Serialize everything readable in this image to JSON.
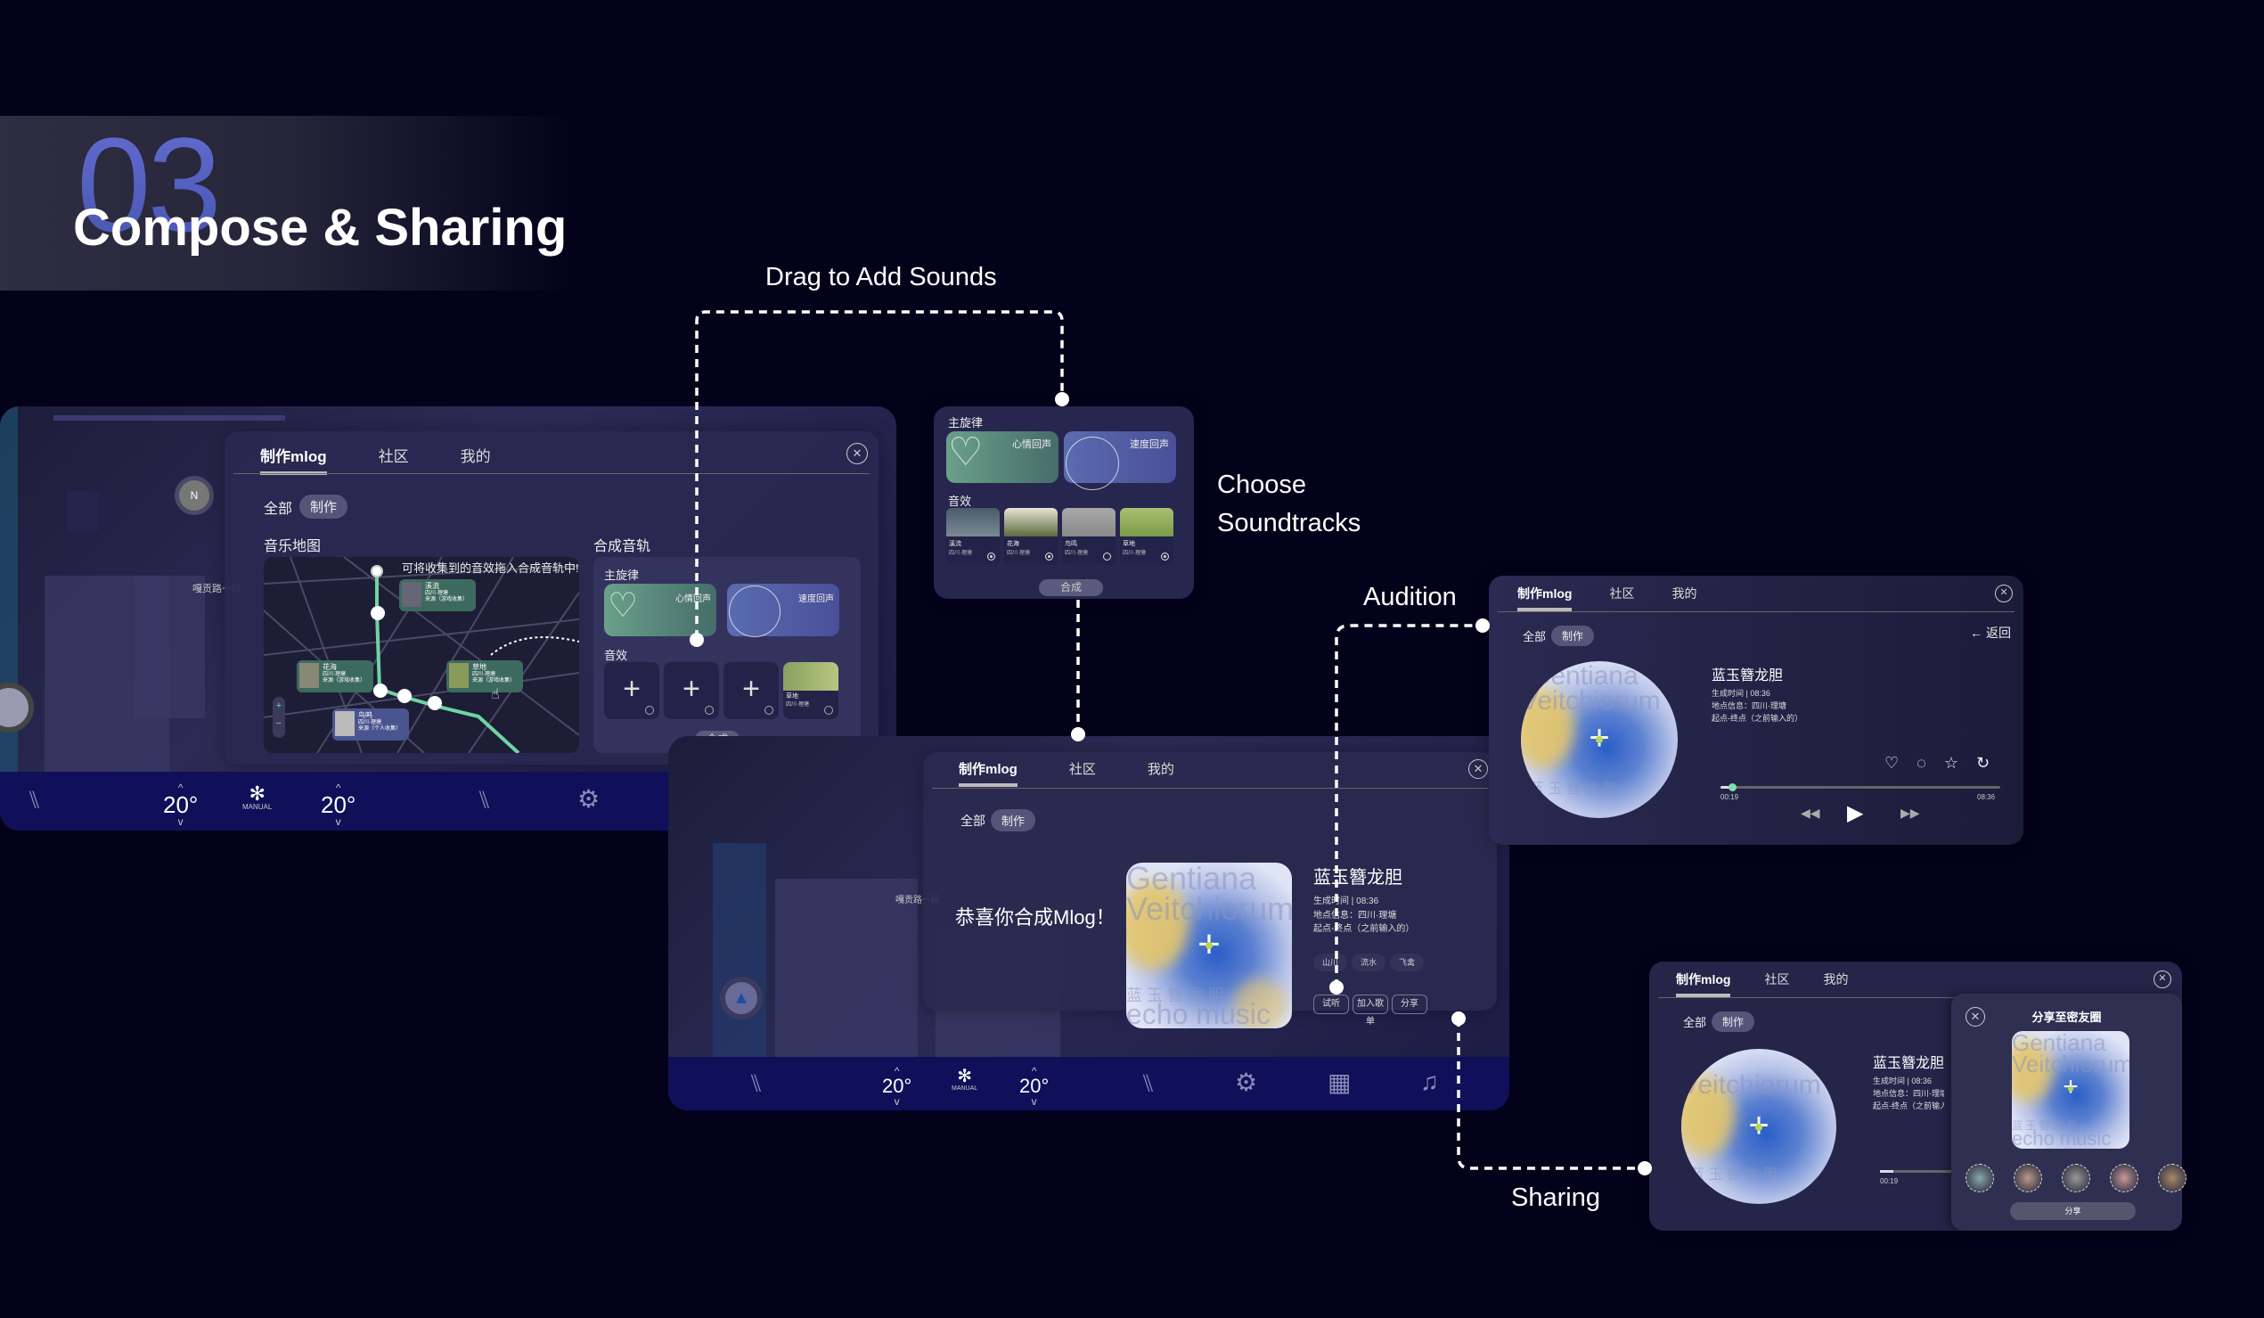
{
  "header": {
    "section_number": "03",
    "title": "Compose & Sharing"
  },
  "annotations": {
    "drag": "Drag to Add Sounds",
    "choose_line1": "Choose",
    "choose_line2": "Soundtracks",
    "audition": "Audition",
    "sharing": "Sharing"
  },
  "app": {
    "tabs": [
      "制作mlog",
      "社区",
      "我的"
    ],
    "filter_all": "全部",
    "filter_make": "制作",
    "close_icon": "close-icon"
  },
  "map_labels": {
    "road1": "嘎贡路二段",
    "road2": "嘎贡路一段",
    "compass": "N"
  },
  "screen1": {
    "music_map_title": "音乐地图",
    "compose_track_title": "合成音轨",
    "hint": "可将收集到的音效拖入合成音轨中!",
    "map_cards": [
      {
        "name": "溪流",
        "loc": "四川·理塘",
        "src": "来源（游戏收集）"
      },
      {
        "name": "花海",
        "loc": "四川·理塘",
        "src": "来源（游戏收集）"
      },
      {
        "name": "草地",
        "loc": "四川·理塘",
        "src": "来源（游戏收集）"
      },
      {
        "name": "鸟鸣",
        "loc": "四川·理塘",
        "src": "来源（个人收集）"
      }
    ],
    "zoom_in": "+",
    "zoom_out": "−",
    "melody_title": "主旋律",
    "melody_options": [
      "心情回声",
      "速度回声"
    ],
    "sfx_title": "音效",
    "sfx_slots": [
      "+",
      "+",
      "+"
    ],
    "sfx_filled": {
      "name": "草地",
      "loc": "四川·理塘"
    },
    "compose_button": "合成"
  },
  "dock": {
    "temp_left": "20°",
    "temp_right": "20°",
    "fan_mode": "MANUAL",
    "icons": [
      "seat-left-icon",
      "fan-icon",
      "seat-right-icon",
      "gear-icon",
      "apps-grid-icon",
      "music-note-icon"
    ]
  },
  "choose_panel": {
    "melody_title": "主旋律",
    "melody_options": [
      "心情回声",
      "速度回声"
    ],
    "sfx_title": "音效",
    "sfx_items": [
      {
        "name": "溪流",
        "loc": "四川·理塘",
        "selected": true
      },
      {
        "name": "花海",
        "loc": "四川·理塘",
        "selected": true
      },
      {
        "name": "鸟鸣",
        "loc": "四川·理塘",
        "selected": false
      },
      {
        "name": "草地",
        "loc": "四川·理塘",
        "selected": true
      }
    ],
    "compose_button": "合成"
  },
  "result_screen": {
    "congrats": "恭喜你合成Mlog！",
    "song_title": "蓝玉簪龙胆",
    "gen_time": "生成时间 | 08:36",
    "location": "地点信息：四川·理塘",
    "route": "起点-终点（之前输入的）",
    "tags": [
      "山川",
      "流水",
      "飞禽"
    ],
    "actions": [
      "试听",
      "加入歌单",
      "分享"
    ]
  },
  "cover_art": {
    "latin1": "Gentiana",
    "latin2": "Veitchiorum",
    "cn": "蓝 玉 簪 龙 胆",
    "tagline": "echo music"
  },
  "player": {
    "back": "返回",
    "song_title": "蓝玉簪龙胆",
    "gen_time": "生成时间 | 08:36",
    "location": "地点信息：四川·理塘",
    "route": "起点-终点（之前输入的）",
    "elapsed": "00:19",
    "duration": "08:36",
    "progress_fraction": 0.04,
    "icons": [
      "heart-icon",
      "comment-icon",
      "star-icon",
      "refresh-icon",
      "rewind-icon",
      "play-icon",
      "fast-forward-icon"
    ]
  },
  "share": {
    "title": "分享至密友圈",
    "button": "分享",
    "avatar_count": 5,
    "song_title": "蓝玉簪龙胆",
    "gen_time": "生成时间 | 08:36",
    "location": "地点信息：四川·理塘",
    "route": "起点-终点（之前输入的）",
    "elapsed": "00:19"
  }
}
